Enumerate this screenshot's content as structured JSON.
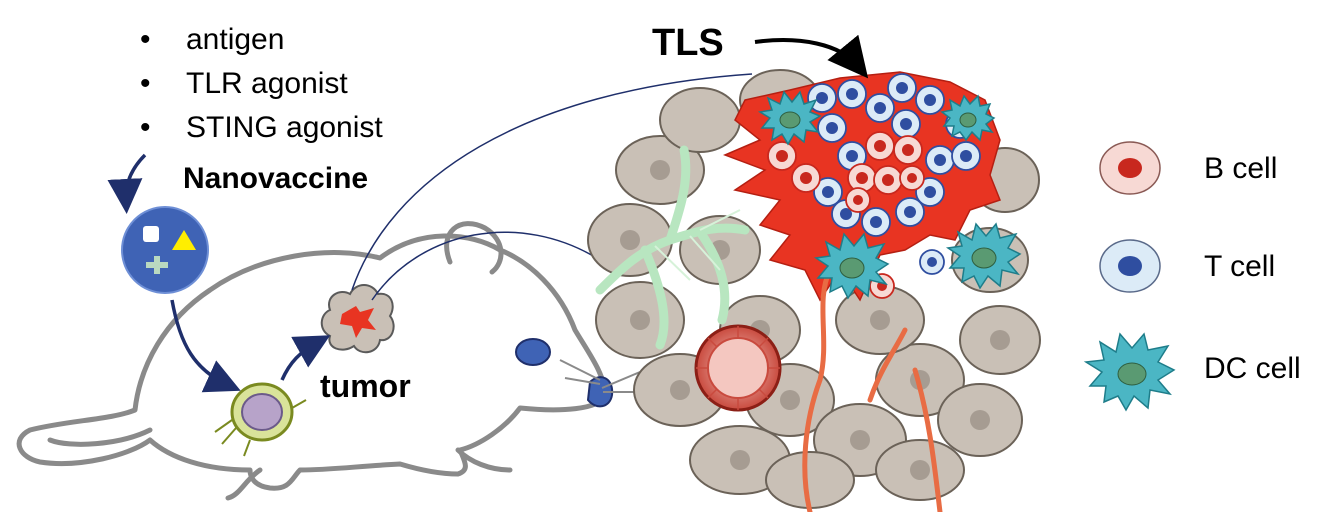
{
  "ingredients": [
    "antigen",
    "TLR agonist",
    "STING agonist"
  ],
  "labels": {
    "nanovaccine": "Nanovaccine",
    "tumor": "tumor",
    "tls": "TLS"
  },
  "legend": [
    {
      "label": "B cell",
      "icon": "b-cell-icon"
    },
    {
      "label": "T cell",
      "icon": "t-cell-icon"
    },
    {
      "label": "DC cell",
      "icon": "dendritic-cell-icon"
    }
  ],
  "colors": {
    "b_cell_fill": "#f7d9d4",
    "b_cell_nucleus": "#c8281e",
    "t_cell_fill": "#dcebf7",
    "t_cell_nucleus": "#2f4ea0",
    "dc_cell": "#4bb6c4",
    "tls_red": "#e83422",
    "tumor_cell": "#c9c0b6",
    "nanovaccine_blue": "#3f63b5",
    "arrow_navy": "#1f2f6b"
  }
}
